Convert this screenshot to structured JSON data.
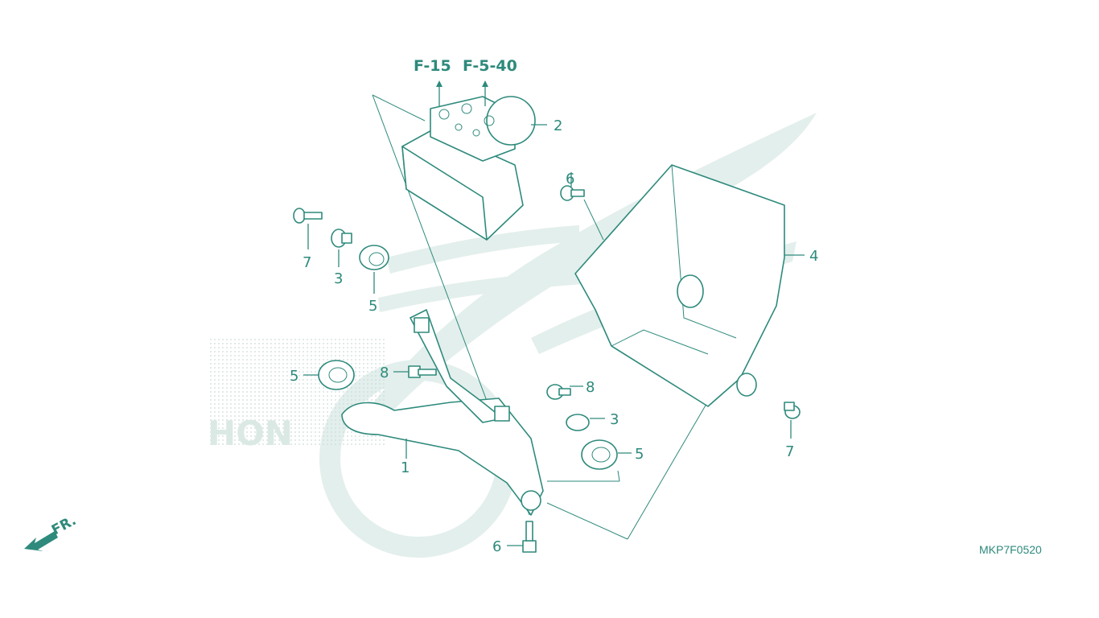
{
  "diagram": {
    "drawing_code": "MKP7F0520",
    "front_indicator": "FR.",
    "references": [
      {
        "id": "ref-f15",
        "label": "F-15"
      },
      {
        "id": "ref-f540",
        "label": "F-5-40"
      }
    ],
    "parts": [
      {
        "id": "p1",
        "label": "1"
      },
      {
        "id": "p2",
        "label": "2"
      },
      {
        "id": "p3a",
        "label": "3"
      },
      {
        "id": "p3b",
        "label": "3"
      },
      {
        "id": "p4",
        "label": "4"
      },
      {
        "id": "p5a",
        "label": "5"
      },
      {
        "id": "p5b",
        "label": "5"
      },
      {
        "id": "p5c",
        "label": "5"
      },
      {
        "id": "p6a",
        "label": "6"
      },
      {
        "id": "p6b",
        "label": "6"
      },
      {
        "id": "p7a",
        "label": "7"
      },
      {
        "id": "p7b",
        "label": "7"
      },
      {
        "id": "p8a",
        "label": "8"
      },
      {
        "id": "p8b",
        "label": "8"
      }
    ],
    "colors": {
      "line": "#2e8a7c",
      "watermark": "#e3efec",
      "background": "#ffffff"
    }
  }
}
